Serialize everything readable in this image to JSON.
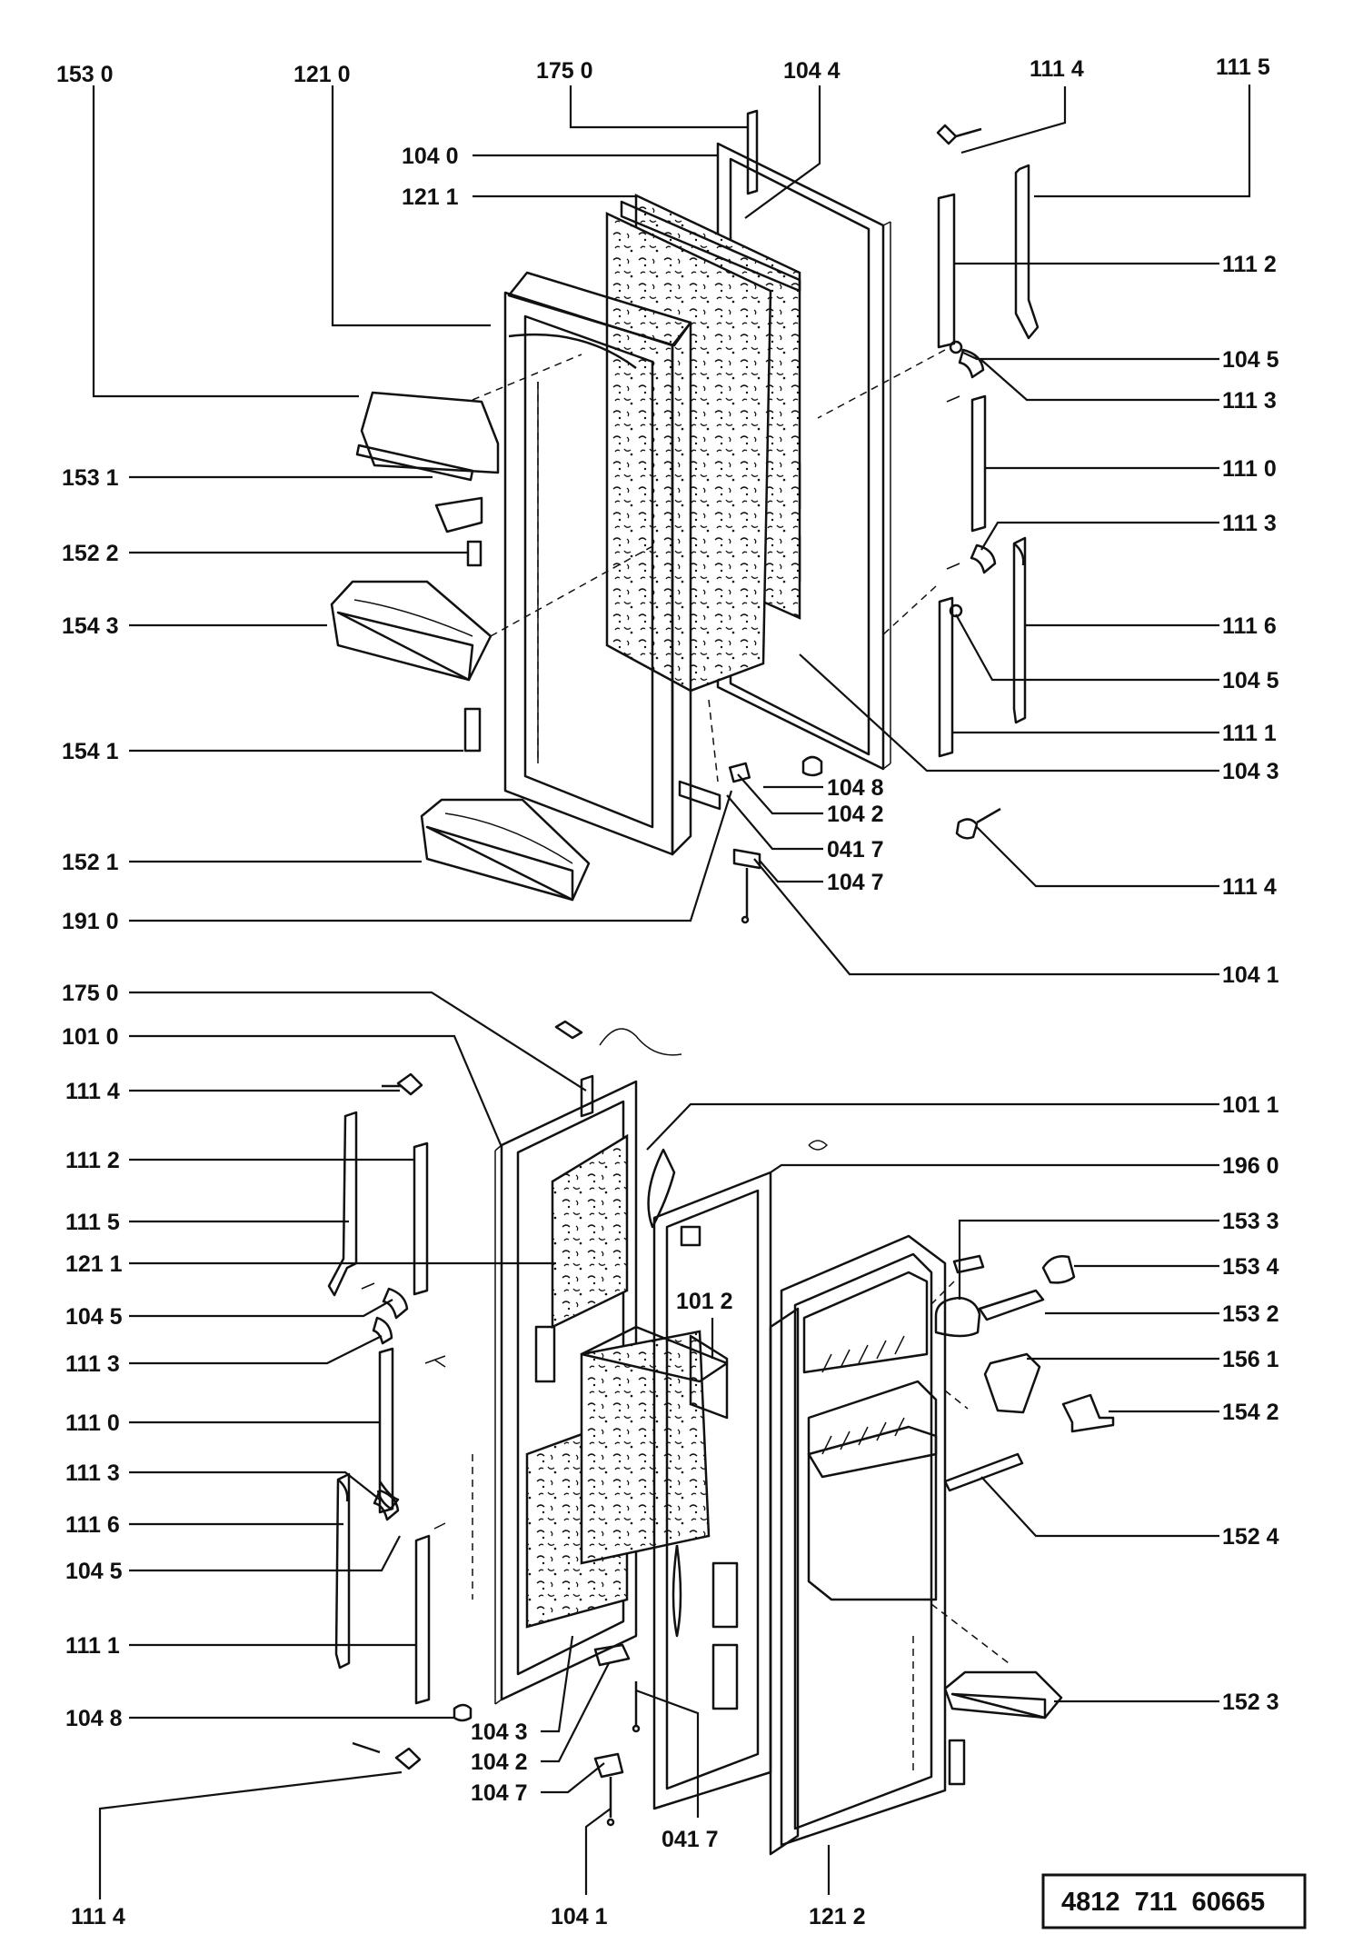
{
  "labels": {
    "upper_top": [
      "153 0",
      "121 0",
      "175 0",
      "104 4",
      "111 4",
      "111 5"
    ],
    "upper_left": [
      "104 0",
      "121 1",
      "153 1",
      "152 2",
      "154 3",
      "154 1",
      "152 1",
      "191 0"
    ],
    "upper_right": [
      "111 2",
      "104 5",
      "111 3",
      "111 0",
      "111 3",
      "111 6",
      "104 5",
      "111 1",
      "104 3",
      "111 4",
      "104 1"
    ],
    "upper_center": [
      "104 8",
      "104 2",
      "041 7",
      "104 7"
    ],
    "lower_left": [
      "175 0",
      "101 0",
      "111 4",
      "111 2",
      "111 5",
      "121 1",
      "104 5",
      "111 3",
      "111 0",
      "111 3",
      "111 6",
      "104 5",
      "111 1",
      "104 8",
      "111 4"
    ],
    "lower_bottom": [
      "104 3",
      "104 2",
      "104 7",
      "104 1",
      "041 7",
      "121 2"
    ],
    "lower_center": [
      "101 2"
    ],
    "lower_right": [
      "101 1",
      "196 0",
      "153 3",
      "153 4",
      "153 2",
      "156 1",
      "154 2",
      "152 4",
      "152 3"
    ]
  },
  "drawing_number": "4812  711  60665"
}
